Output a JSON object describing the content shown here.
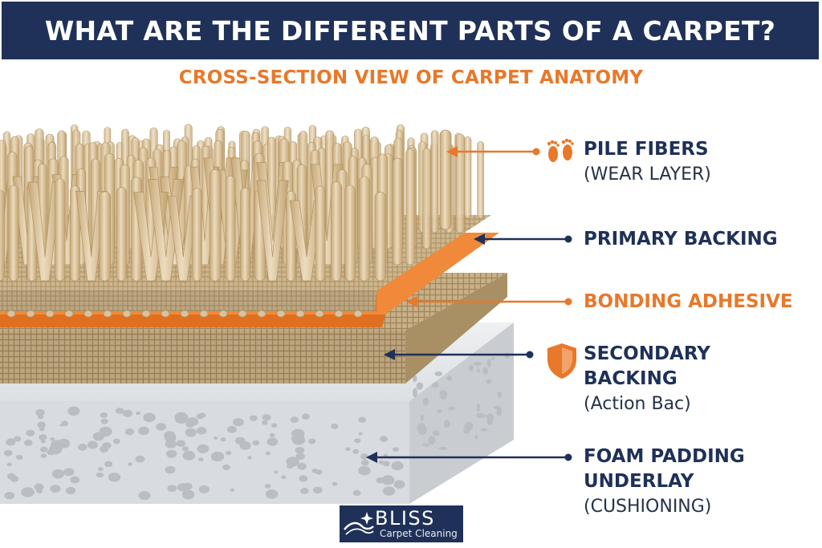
{
  "title": "WHAT ARE THE DIFFERENT PARTS OF A CARPET?",
  "subtitle": "CROSS-SECTION VIEW OF CARPET ANATOMY",
  "colors": {
    "navy": "#1f3158",
    "orange": "#e8782a",
    "fiber": "#d9c09a",
    "backing": "#c9b48c",
    "foam": "#d6d9dd"
  },
  "labels": {
    "pile": {
      "main": "PILE FIBERS",
      "sub": "(WEAR LAYER)",
      "icon": "footprints-icon"
    },
    "primary": {
      "main": "PRIMARY BACKING"
    },
    "adhesive": {
      "main": "BONDING ADHESIVE"
    },
    "secondary": {
      "main_line1": "SECONDARY",
      "main_line2": "BACKING",
      "sub": "(Action Bac)",
      "icon": "shield-icon"
    },
    "foam": {
      "main_line1": "FOAM PADDING",
      "main_line2": "UNDERLAY",
      "sub": "(CUSHIONING)"
    }
  },
  "logo": {
    "brand": "BLISS",
    "tagline": "Carpet Cleaning"
  }
}
